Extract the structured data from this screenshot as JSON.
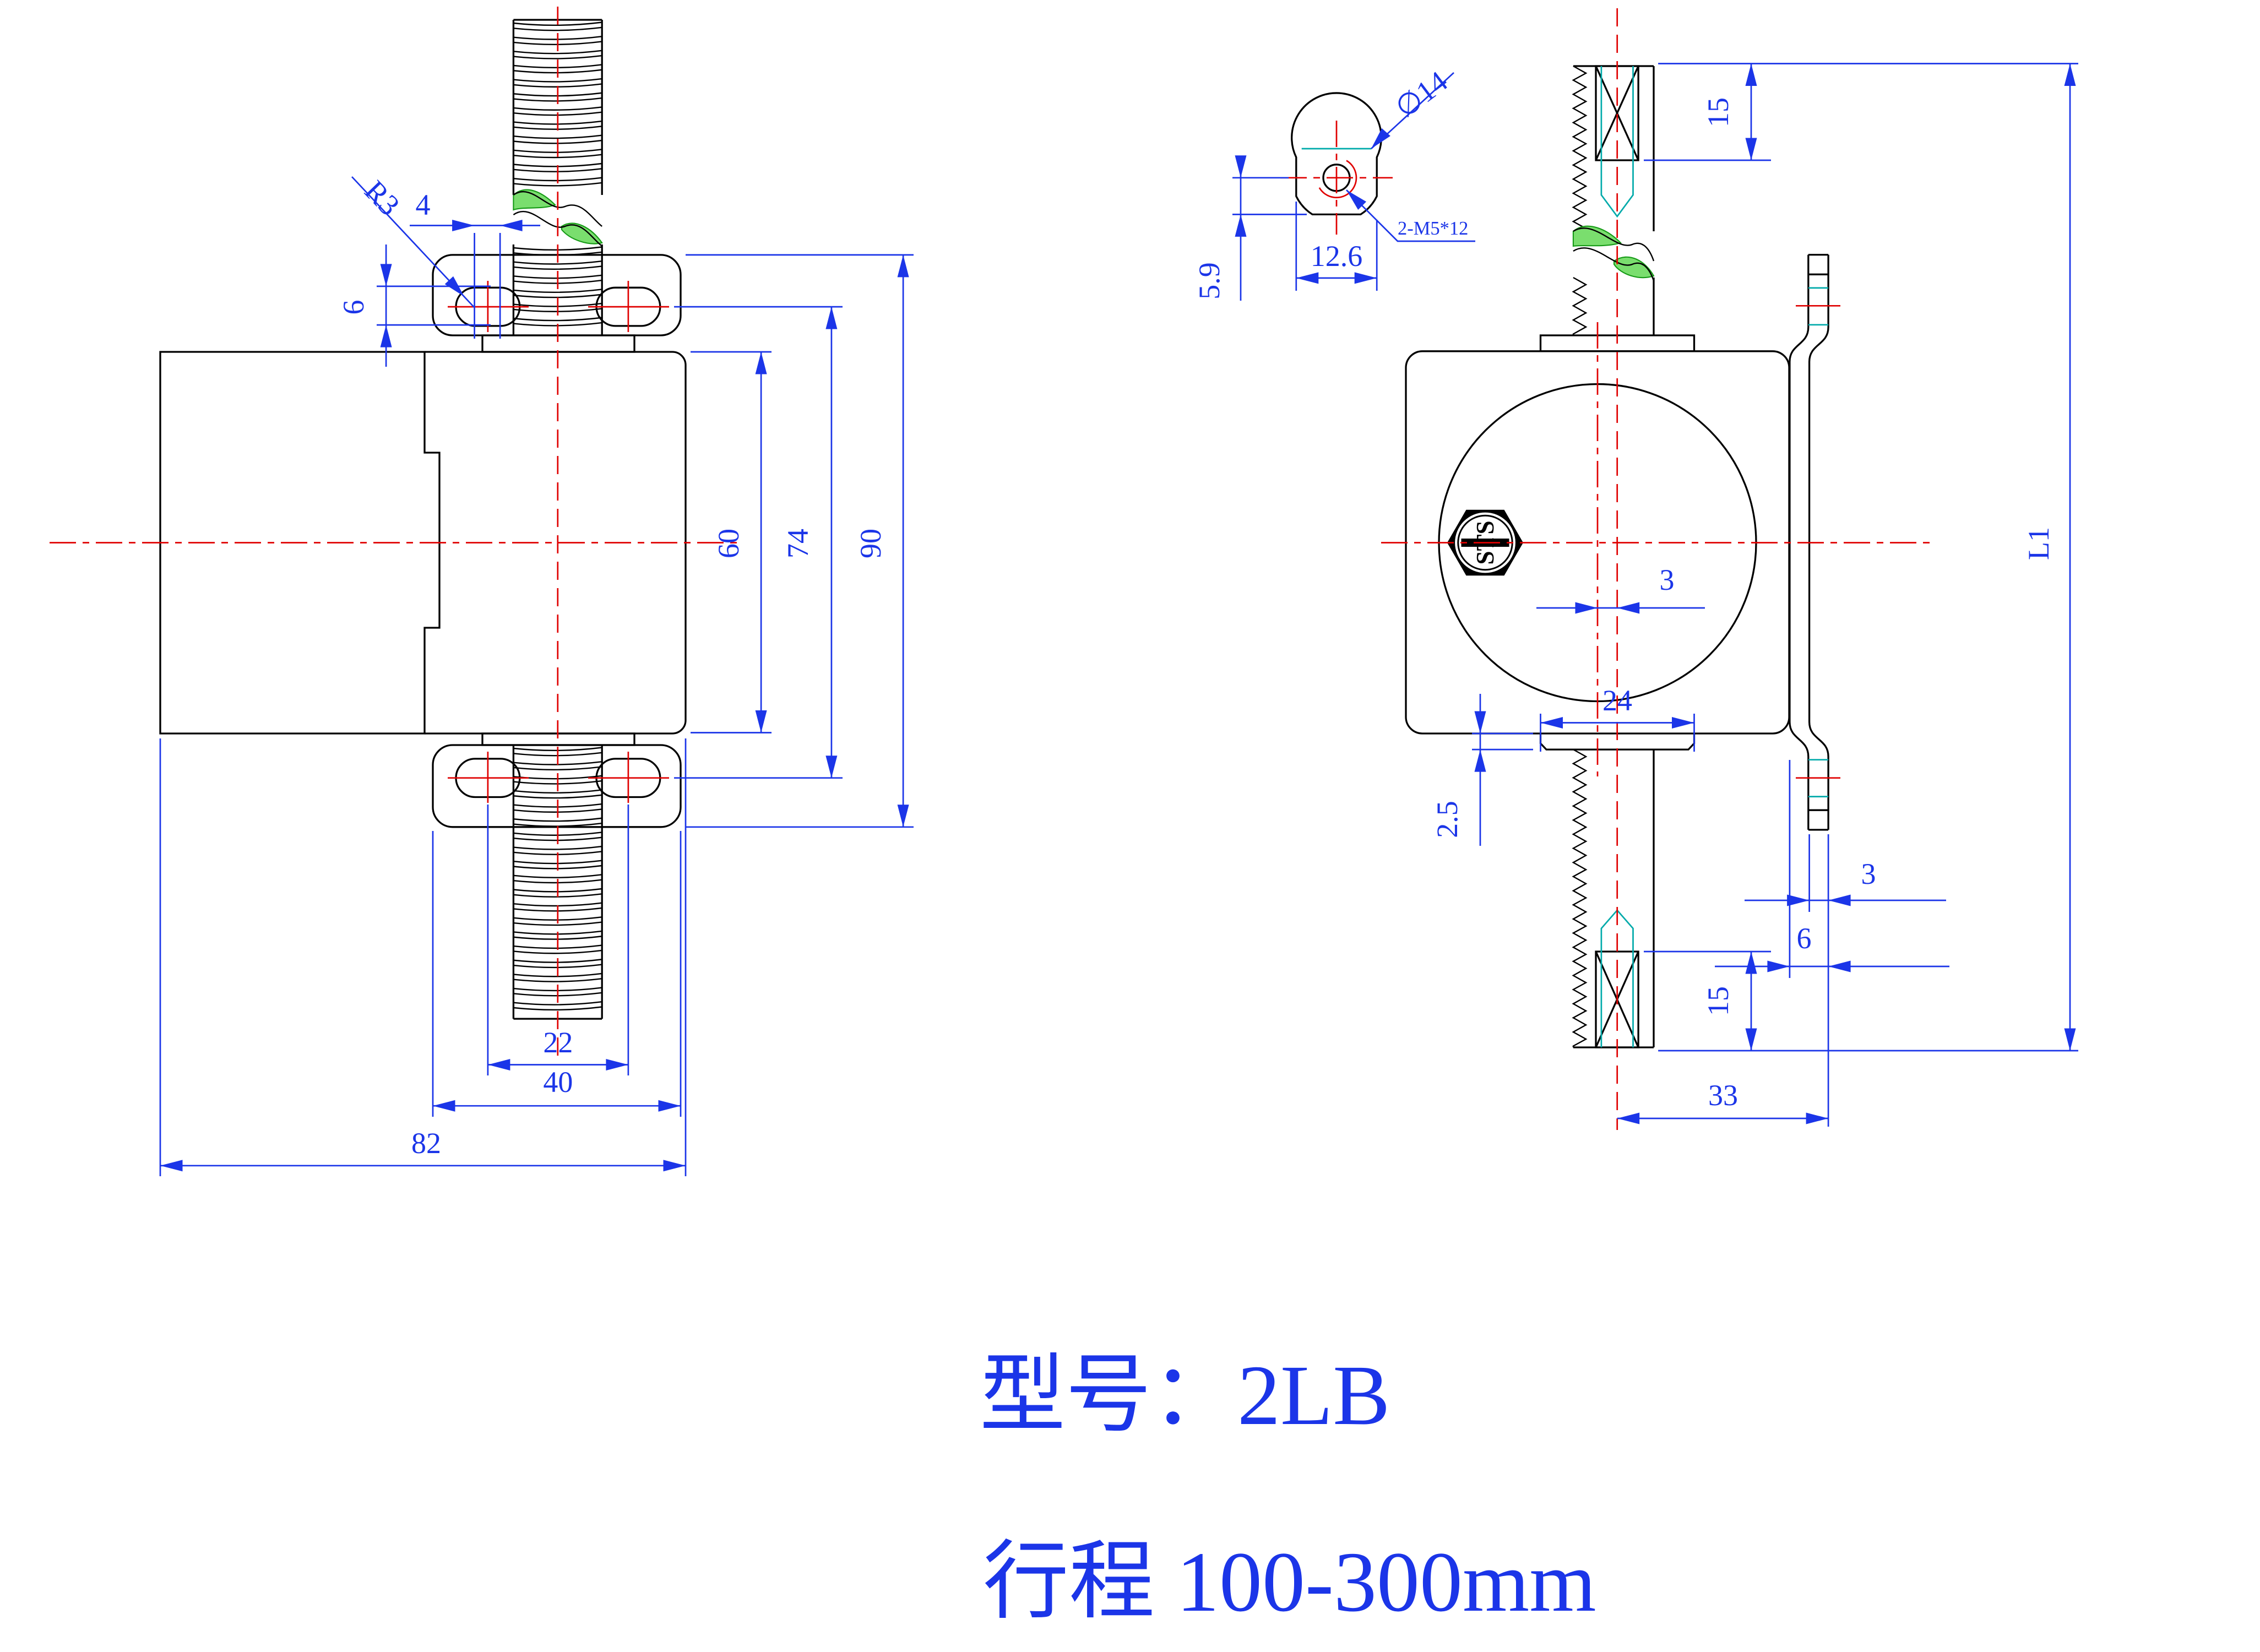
{
  "title": {
    "model": "型号：2LB",
    "stroke": "行程  100-300mm"
  },
  "views": {
    "front": {
      "dims": {
        "r3": "R3",
        "d4": "4",
        "d6": "6",
        "d60": "60",
        "d74": "74",
        "d90": "90",
        "d22": "22",
        "d40": "40",
        "d82": "82"
      }
    },
    "side": {
      "logo_text": "STS",
      "dims": {
        "d15_top": "15",
        "d3_offset": "3",
        "d24": "24",
        "d2_5": "2.5",
        "d3_bracket": "3",
        "d6_bracket": "6",
        "d15_bottom": "15",
        "d33": "33",
        "l1": "L1"
      }
    },
    "detail": {
      "dims": {
        "dia14": "∅14",
        "m5_note": "2-M5*12",
        "d12_6": "12.6",
        "d5_9": "5.9"
      }
    }
  },
  "colors": {
    "line": "#000000",
    "dimension": "#1b35e8",
    "centerline": "#e00000",
    "auxiliary": "#00aaaa",
    "break_fill": "#7ade6e",
    "break_stroke": "#169a16",
    "background": "#ffffff"
  }
}
